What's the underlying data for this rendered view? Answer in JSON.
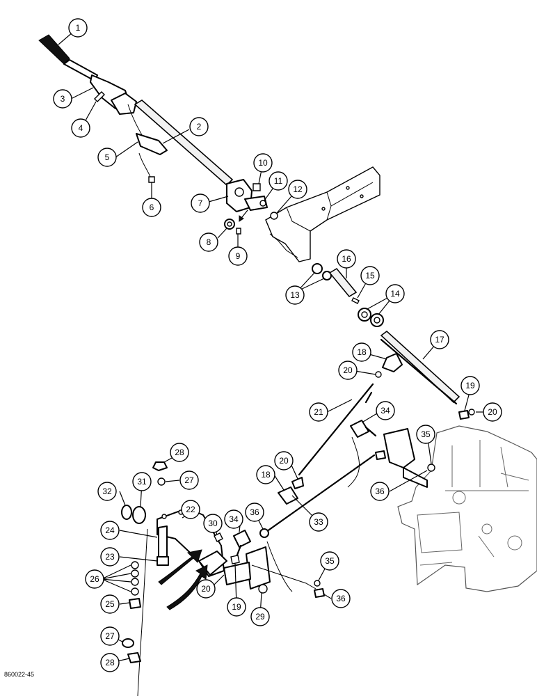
{
  "diagram": {
    "reference_code": "860022-45",
    "callouts": [
      {
        "id": "c1",
        "label": "1"
      },
      {
        "id": "c2",
        "label": "2"
      },
      {
        "id": "c3",
        "label": "3"
      },
      {
        "id": "c4",
        "label": "4"
      },
      {
        "id": "c5",
        "label": "5"
      },
      {
        "id": "c6",
        "label": "6"
      },
      {
        "id": "c7",
        "label": "7"
      },
      {
        "id": "c8",
        "label": "8"
      },
      {
        "id": "c9",
        "label": "9"
      },
      {
        "id": "c10",
        "label": "10"
      },
      {
        "id": "c11",
        "label": "11"
      },
      {
        "id": "c12",
        "label": "12"
      },
      {
        "id": "c13",
        "label": "13"
      },
      {
        "id": "c14",
        "label": "14"
      },
      {
        "id": "c15",
        "label": "15"
      },
      {
        "id": "c16",
        "label": "16"
      },
      {
        "id": "c17",
        "label": "17"
      },
      {
        "id": "c18a",
        "label": "18"
      },
      {
        "id": "c19a",
        "label": "19"
      },
      {
        "id": "c20a",
        "label": "20"
      },
      {
        "id": "c20b",
        "label": "20"
      },
      {
        "id": "c21",
        "label": "21"
      },
      {
        "id": "c34a",
        "label": "34"
      },
      {
        "id": "c35a",
        "label": "35"
      },
      {
        "id": "c20c",
        "label": "20"
      },
      {
        "id": "c18b",
        "label": "18"
      },
      {
        "id": "c36a",
        "label": "36"
      },
      {
        "id": "c28a",
        "label": "28"
      },
      {
        "id": "c27a",
        "label": "27"
      },
      {
        "id": "c32",
        "label": "32"
      },
      {
        "id": "c31",
        "label": "31"
      },
      {
        "id": "c22",
        "label": "22"
      },
      {
        "id": "c24",
        "label": "24"
      },
      {
        "id": "c23",
        "label": "23"
      },
      {
        "id": "c30",
        "label": "30"
      },
      {
        "id": "c34b",
        "label": "34"
      },
      {
        "id": "c36b",
        "label": "36"
      },
      {
        "id": "c33",
        "label": "33"
      },
      {
        "id": "c26",
        "label": "26"
      },
      {
        "id": "c25",
        "label": "25"
      },
      {
        "id": "c20d",
        "label": "20"
      },
      {
        "id": "c19b",
        "label": "19"
      },
      {
        "id": "c29",
        "label": "29"
      },
      {
        "id": "c35b",
        "label": "35"
      },
      {
        "id": "c36c",
        "label": "36"
      },
      {
        "id": "c27b",
        "label": "27"
      },
      {
        "id": "c28b",
        "label": "28"
      }
    ]
  }
}
